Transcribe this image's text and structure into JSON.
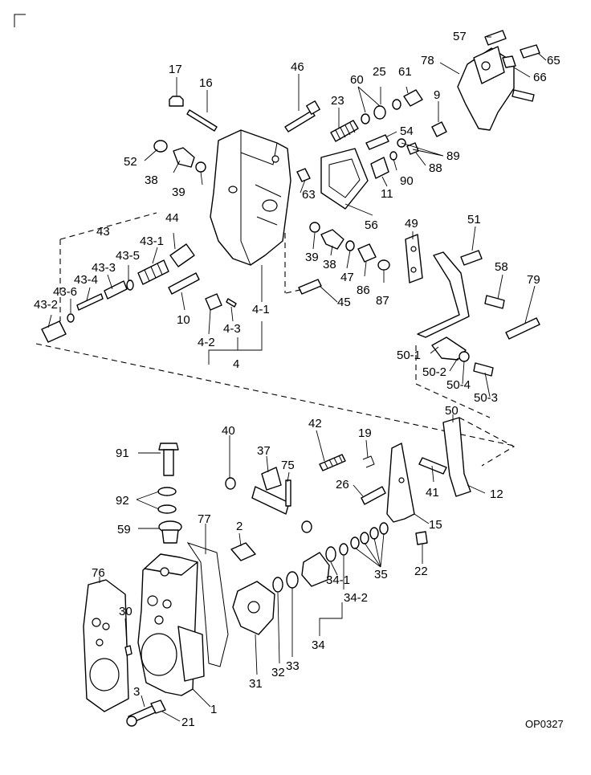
{
  "figure": {
    "code": "OP0327"
  },
  "labels": [
    "57",
    "65",
    "78",
    "66",
    "46",
    "17",
    "16",
    "60",
    "25",
    "61",
    "9",
    "23",
    "54",
    "89",
    "88",
    "90",
    "52",
    "38",
    "39",
    "63",
    "11",
    "56",
    "44",
    "43",
    "43-1",
    "43-5",
    "43-3",
    "43-4",
    "43-6",
    "43-2",
    "10",
    "4-2",
    "4-3",
    "4-1",
    "4",
    "39b",
    "38b",
    "47",
    "86",
    "87",
    "45",
    "49",
    "51",
    "58",
    "79",
    "50-1",
    "50-2",
    "50-4",
    "50-3",
    "50",
    "40",
    "42",
    "19",
    "37",
    "75",
    "41",
    "12",
    "91",
    "92",
    "59",
    "77",
    "2",
    "26",
    "15",
    "76",
    "30",
    "22",
    "35",
    "34-1",
    "34-2",
    "34",
    "31",
    "32",
    "33",
    "3",
    "21",
    "1"
  ],
  "label_text": {
    "57": "57",
    "65": "65",
    "78": "78",
    "66": "66",
    "46": "46",
    "17": "17",
    "16": "16",
    "60": "60",
    "25": "25",
    "61": "61",
    "9": "9",
    "23": "23",
    "54": "54",
    "89": "89",
    "88": "88",
    "90": "90",
    "52": "52",
    "38": "38",
    "39": "39",
    "63": "63",
    "11": "11",
    "56": "56",
    "44": "44",
    "43": "43",
    "43-1": "43-1",
    "43-5": "43-5",
    "43-3": "43-3",
    "43-4": "43-4",
    "43-6": "43-6",
    "43-2": "43-2",
    "10": "10",
    "4-2": "4-2",
    "4-3": "4-3",
    "4-1": "4-1",
    "4": "4",
    "39b": "39",
    "38b": "38",
    "47": "47",
    "86": "86",
    "87": "87",
    "45": "45",
    "49": "49",
    "51": "51",
    "58": "58",
    "79": "79",
    "50-1": "50-1",
    "50-2": "50-2",
    "50-4": "50-4",
    "50-3": "50-3",
    "50": "50",
    "40": "40",
    "42": "42",
    "19": "19",
    "37": "37",
    "75": "75",
    "41": "41",
    "12": "12",
    "91": "91",
    "92": "92",
    "59": "59",
    "77": "77",
    "2": "2",
    "26": "26",
    "15": "15",
    "76": "76",
    "30": "30",
    "22": "22",
    "35": "35",
    "34-1": "34-1",
    "34-2": "34-2",
    "34": "34",
    "31": "31",
    "32": "32",
    "33": "33",
    "3": "3",
    "21": "21",
    "1": "1"
  }
}
